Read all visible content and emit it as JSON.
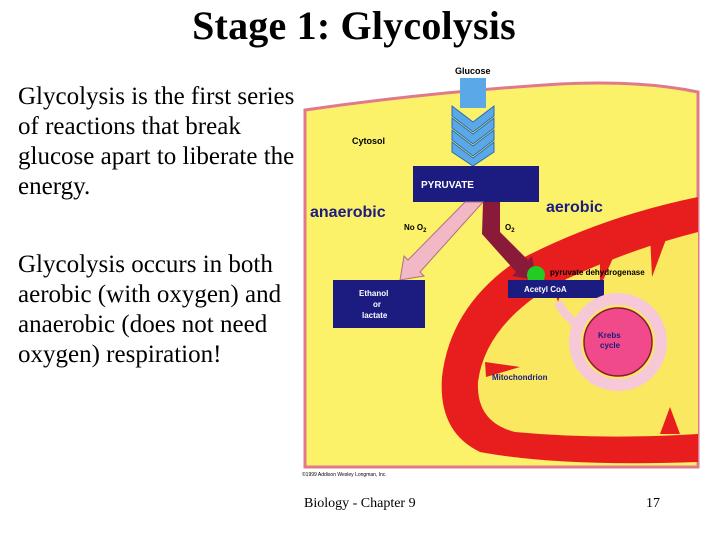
{
  "slide": {
    "title": "Stage 1: Glycolysis",
    "paragraph1": "Glycolysis is the first series of reactions that break glucose apart to liberate the energy.",
    "paragraph2": "Glycolysis occurs in both aerobic (with oxygen) and anaerobic (does not need oxygen) respiration!"
  },
  "diagram": {
    "glucose": "Glucose",
    "cytosol": "Cytosol",
    "pyruvate": "PYRUVATE",
    "anaerobic": "anaerobic",
    "aerobic": "aerobic",
    "no_o2": "No O",
    "o2": "O",
    "o2_sub": "2",
    "ethanol_line1": "Ethanol",
    "ethanol_line2": "or",
    "ethanol_line3": "lactate",
    "pyruvate_dehydrogenase": "pyruvate dehydrogenase",
    "acetyl_coa": "Acetyl CoA",
    "krebs_line1": "Krebs",
    "krebs_line2": "cycle",
    "mitochondrion": "Mitochondrion",
    "copyright": "©1999 Addison Wesley Longman, Inc."
  },
  "footer": {
    "left": "Biology - Chapter 9",
    "page_number": "17"
  },
  "colors": {
    "cytosol_yellow": "#fbf26a",
    "mito_red": "#e81e1e",
    "navy_box": "#1c1c80",
    "glucose_arrow": "#5aa8e8",
    "anaerobic_arrow": "#f2b8c6",
    "aerobic_arrow": "#8a1a3a",
    "enzyme_green": "#22cc22",
    "krebs_pink": "#f04a8a"
  }
}
